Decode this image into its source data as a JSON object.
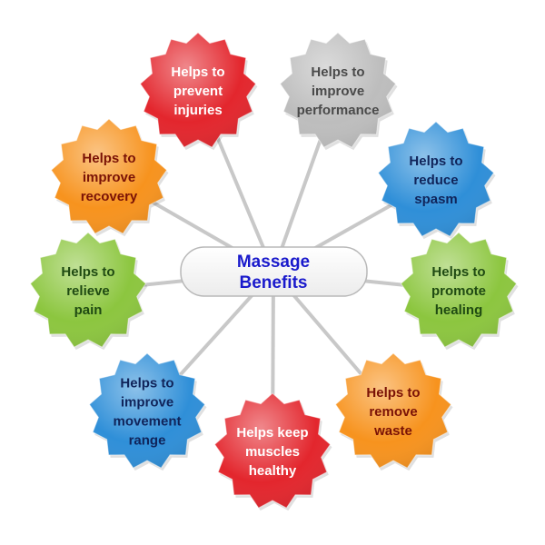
{
  "center": {
    "lines": [
      "Massage",
      "Benefits"
    ],
    "text_color": "#1a1acc"
  },
  "badges": [
    {
      "lines": [
        "Helps to",
        "prevent",
        "injuries"
      ],
      "color": "#e3262d",
      "text_color": "#ffffff"
    },
    {
      "lines": [
        "Helps to",
        "improve",
        "performance"
      ],
      "color": "#bdbdbd",
      "text_color": "#4a4a4a"
    },
    {
      "lines": [
        "Helps to",
        "reduce",
        "spasm"
      ],
      "color": "#2f8fd8",
      "text_color": "#10245a"
    },
    {
      "lines": [
        "Helps to",
        "promote",
        "healing"
      ],
      "color": "#8cc63f",
      "text_color": "#1f4a12"
    },
    {
      "lines": [
        "Helps to",
        "remove",
        "waste"
      ],
      "color": "#f7931e",
      "text_color": "#7a1206"
    },
    {
      "lines": [
        "Helps keep",
        "muscles",
        "healthy"
      ],
      "color": "#e3262d",
      "text_color": "#ffffff"
    },
    {
      "lines": [
        "Helps to",
        "improve",
        "movement",
        "range"
      ],
      "color": "#2f8fd8",
      "text_color": "#10245a"
    },
    {
      "lines": [
        "Helps to",
        "relieve",
        "pain"
      ],
      "color": "#8cc63f",
      "text_color": "#1f4a12"
    },
    {
      "lines": [
        "Helps to",
        "improve",
        "recovery"
      ],
      "color": "#f7931e",
      "text_color": "#7a1206"
    }
  ],
  "connector_color": "#c8c8c8"
}
